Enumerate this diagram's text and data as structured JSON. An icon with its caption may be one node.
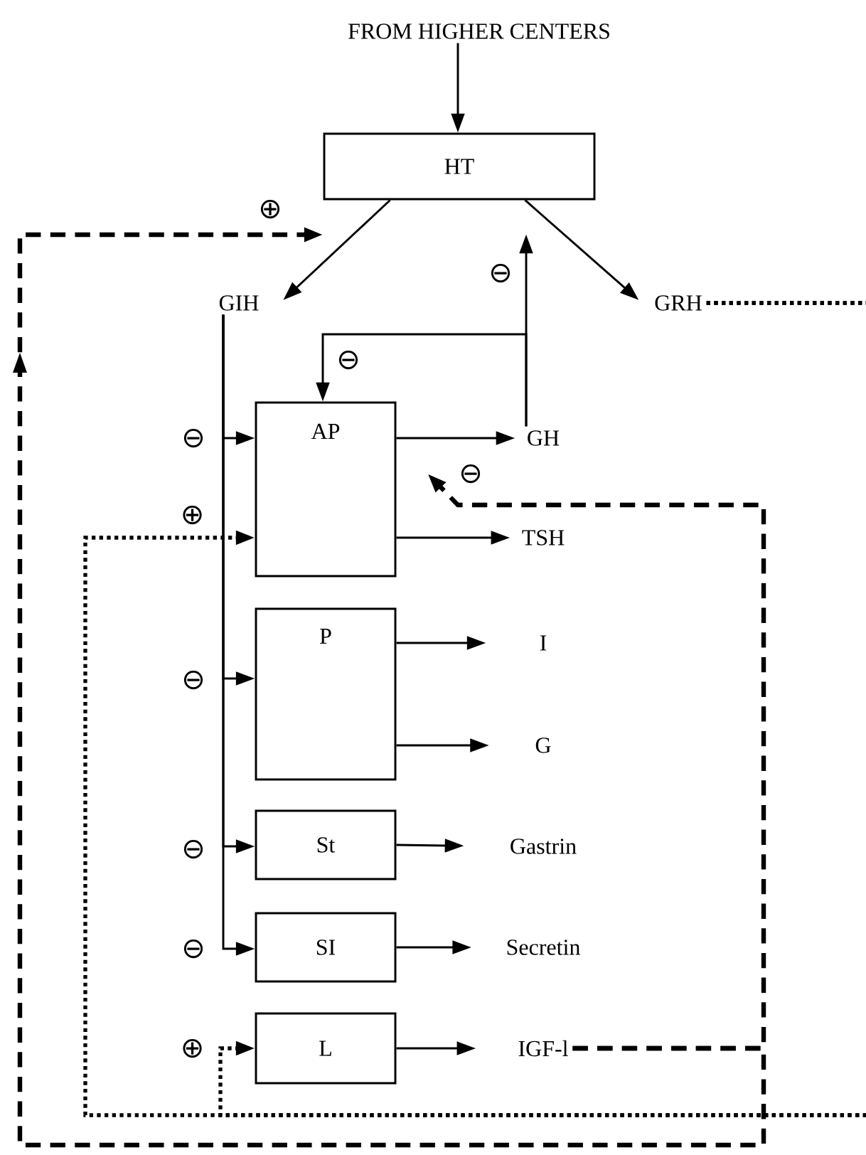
{
  "diagram": {
    "nodes": [
      {
        "text": [
          "FROM HIGHER CENTERS"
        ]
      },
      {
        "text": [
          "HT"
        ]
      },
      {
        "text": [
          "GIH"
        ]
      },
      {
        "text": [
          "GRH"
        ]
      },
      {
        "text": [
          "AP"
        ]
      },
      {
        "text": [
          "GH"
        ]
      },
      {
        "text": [
          "TSH"
        ]
      },
      {
        "text": [
          "P"
        ]
      },
      {
        "text": [
          "I"
        ]
      },
      {
        "text": [
          "G"
        ]
      },
      {
        "text": [
          "St"
        ]
      },
      {
        "text": [
          "Gastrin"
        ]
      },
      {
        "text": [
          "SI"
        ]
      },
      {
        "text": [
          "Secretin"
        ]
      },
      {
        "text": [
          "L"
        ]
      },
      {
        "text": [
          "IGF-l"
        ]
      }
    ],
    "edges": [
      {
        "from": 0,
        "to": 1,
        "arrow": "to"
      },
      {
        "from": 1,
        "to": 2,
        "arrow": "to"
      },
      {
        "from": 1,
        "to": 3,
        "arrow": "to"
      },
      {
        "from": 2,
        "to": 4,
        "arrow": "to",
        "label": "⊖"
      },
      {
        "from": 2,
        "to": 7,
        "arrow": "to",
        "label": "⊖"
      },
      {
        "from": 2,
        "to": 10,
        "arrow": "to",
        "label": "⊖"
      },
      {
        "from": 2,
        "to": 12,
        "arrow": "to",
        "label": "⊖"
      },
      {
        "from": 3,
        "to": 4,
        "arrow": "to",
        "label": "⊕",
        "style": "dashed"
      },
      {
        "from": 3,
        "to": 14,
        "arrow": "to",
        "label": "⊕",
        "style": "dashed"
      },
      {
        "from": 5,
        "to": 1,
        "arrow": "to",
        "label": "⊖"
      },
      {
        "from": 5,
        "to": 4,
        "arrow": "to",
        "label": "⊖"
      },
      {
        "from": 4,
        "to": 5,
        "arrow": "to"
      },
      {
        "from": 4,
        "to": 6,
        "arrow": "to"
      },
      {
        "from": 7,
        "to": 8,
        "arrow": "to"
      },
      {
        "from": 7,
        "to": 9,
        "arrow": "to"
      },
      {
        "from": 10,
        "to": 11,
        "arrow": "to"
      },
      {
        "from": 12,
        "to": 13,
        "arrow": "to"
      },
      {
        "from": 14,
        "to": 15,
        "arrow": "to"
      },
      {
        "from": 15,
        "to": 4,
        "arrow": "to",
        "label": "⊖",
        "style": "dashed"
      },
      {
        "from": 15,
        "to": 1,
        "arrow": "to",
        "label": "⊕",
        "style": "dashed"
      }
    ]
  }
}
